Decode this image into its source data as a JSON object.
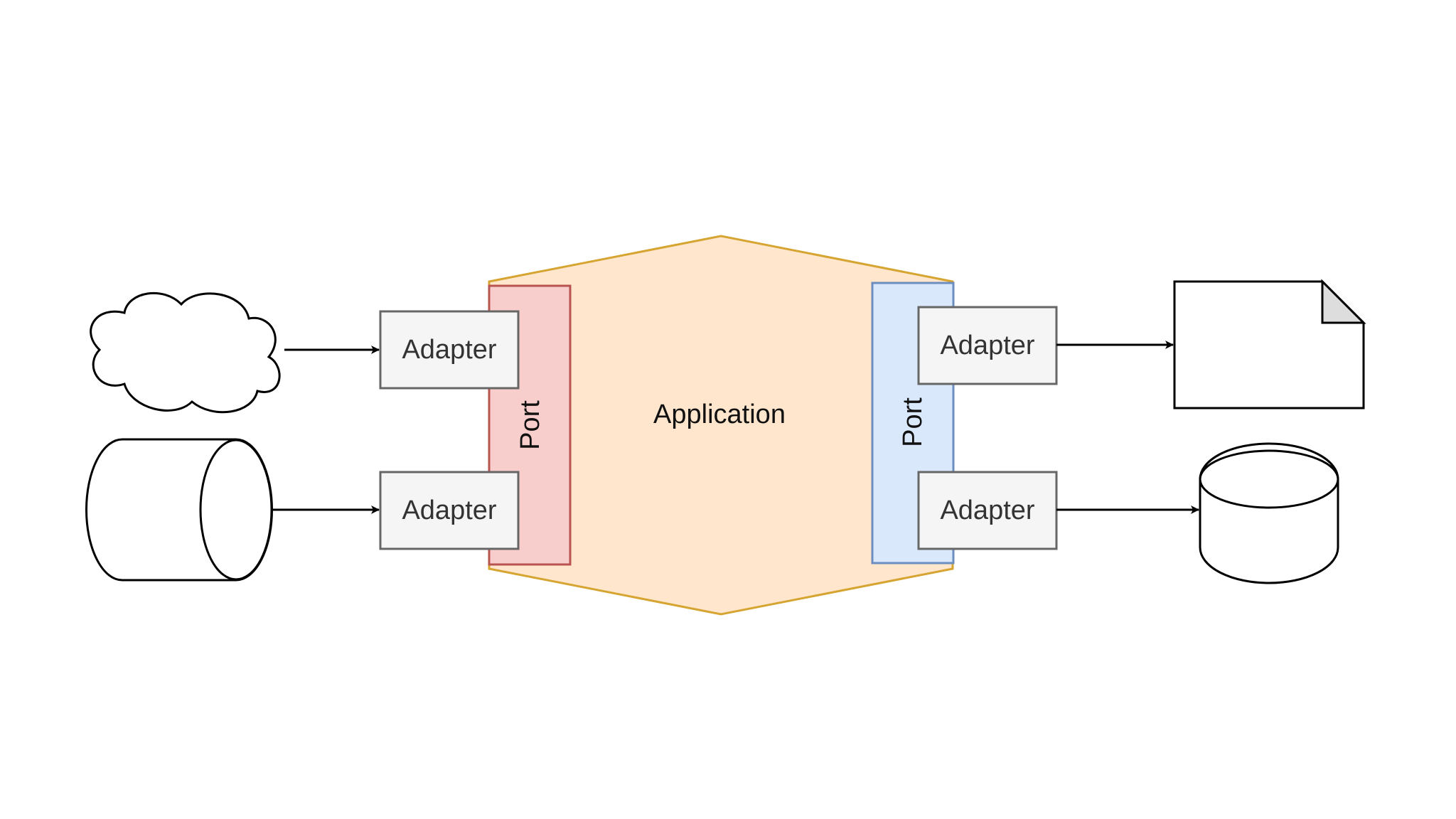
{
  "diagram": {
    "center_label": "Application",
    "left_port_label": "Port",
    "right_port_label": "Port",
    "left_adapters": [
      "Adapter",
      "Adapter"
    ],
    "right_adapters": [
      "Adapter",
      "Adapter"
    ],
    "left_sources": [
      "cloud-icon",
      "horizontal-cylinder-icon"
    ],
    "right_targets": [
      "document-icon",
      "database-icon"
    ],
    "edges": [
      {
        "from": "cloud",
        "to": "left-adapter-1"
      },
      {
        "from": "horizontal-cylinder",
        "to": "left-adapter-2"
      },
      {
        "from": "right-adapter-1",
        "to": "document"
      },
      {
        "from": "right-adapter-2",
        "to": "database"
      }
    ],
    "colors": {
      "application_fill": "#FFE6CC",
      "application_stroke": "#D6A431",
      "left_port_fill": "#F8CECC",
      "left_port_stroke": "#B85450",
      "right_port_fill": "#DAE8FC",
      "right_port_stroke": "#6C8EBF",
      "adapter_fill": "#F5F5F5",
      "adapter_stroke": "#666666",
      "document_fold": "#DDDDDD"
    }
  }
}
